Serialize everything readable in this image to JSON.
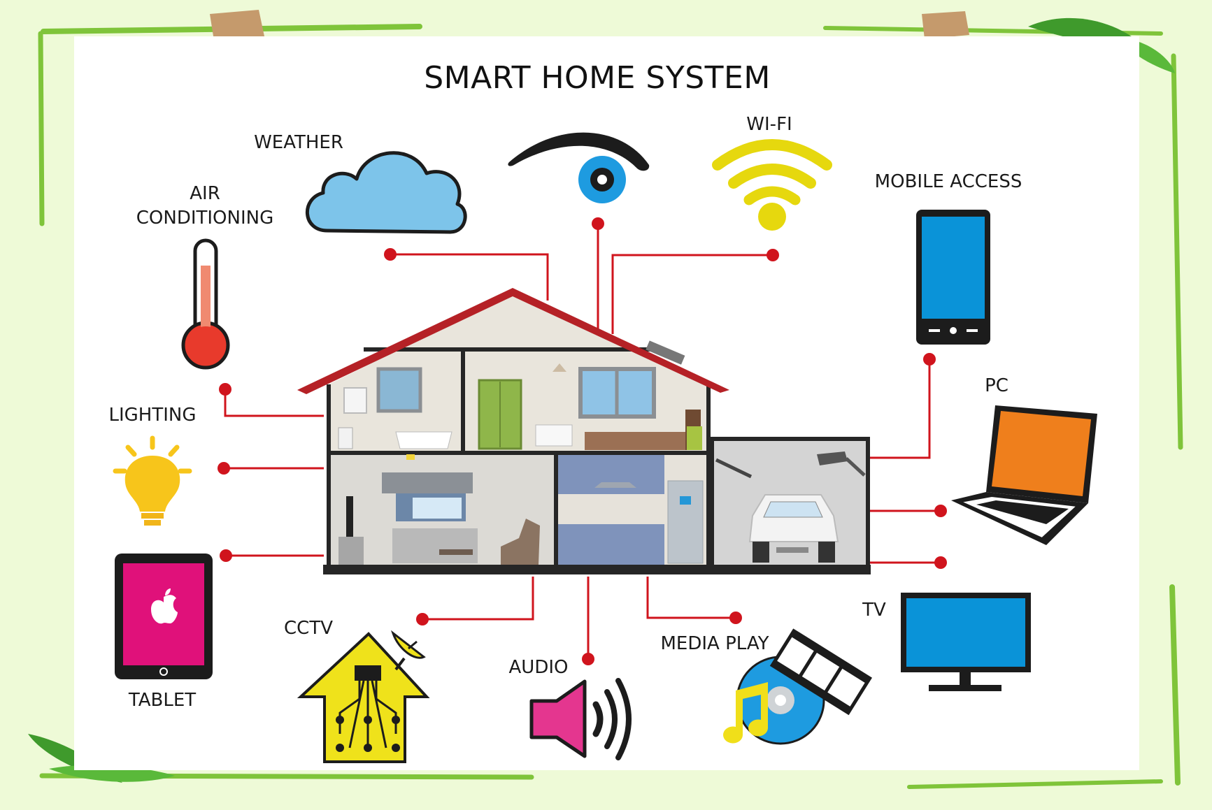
{
  "title": "SMART HOME SYSTEM",
  "labels": {
    "weather": "WEATHER",
    "wifi": "WI-FI",
    "mobile_access": "MOBILE ACCESS",
    "air_conditioning_line1": "AIR",
    "air_conditioning_line2": "CONDITIONING",
    "lighting": "LIGHTING",
    "pc": "PC",
    "tablet": "TABLET",
    "cctv": "CCTV",
    "audio": "AUDIO",
    "media_play": "MEDIA PLAY",
    "tv": "TV"
  },
  "colors": {
    "background": "#eefad7",
    "panel": "#ffffff",
    "connector": "#d0141d",
    "roof": "#b52126",
    "cloud": "#7dc4ea",
    "eye_iris": "#1e9be0",
    "wifi": "#e6d80e",
    "mobile_screen": "#0a93d8",
    "laptop_screen": "#ef7f1c",
    "tablet_screen": "#e0117a",
    "tv_screen": "#0a93d8",
    "bulb": "#f7c51b",
    "cctv_house": "#efe21b",
    "speaker": "#e4368f",
    "disc": "#1e9be0",
    "music_note": "#f0df1a"
  },
  "icons": [
    "cloud-icon",
    "eye-icon",
    "wifi-icon",
    "mobile-icon",
    "thermometer-icon",
    "lightbulb-icon",
    "laptop-icon",
    "tablet-icon",
    "cctv-house-icon",
    "speaker-icon",
    "media-play-icon",
    "tv-icon",
    "house-illustration"
  ]
}
